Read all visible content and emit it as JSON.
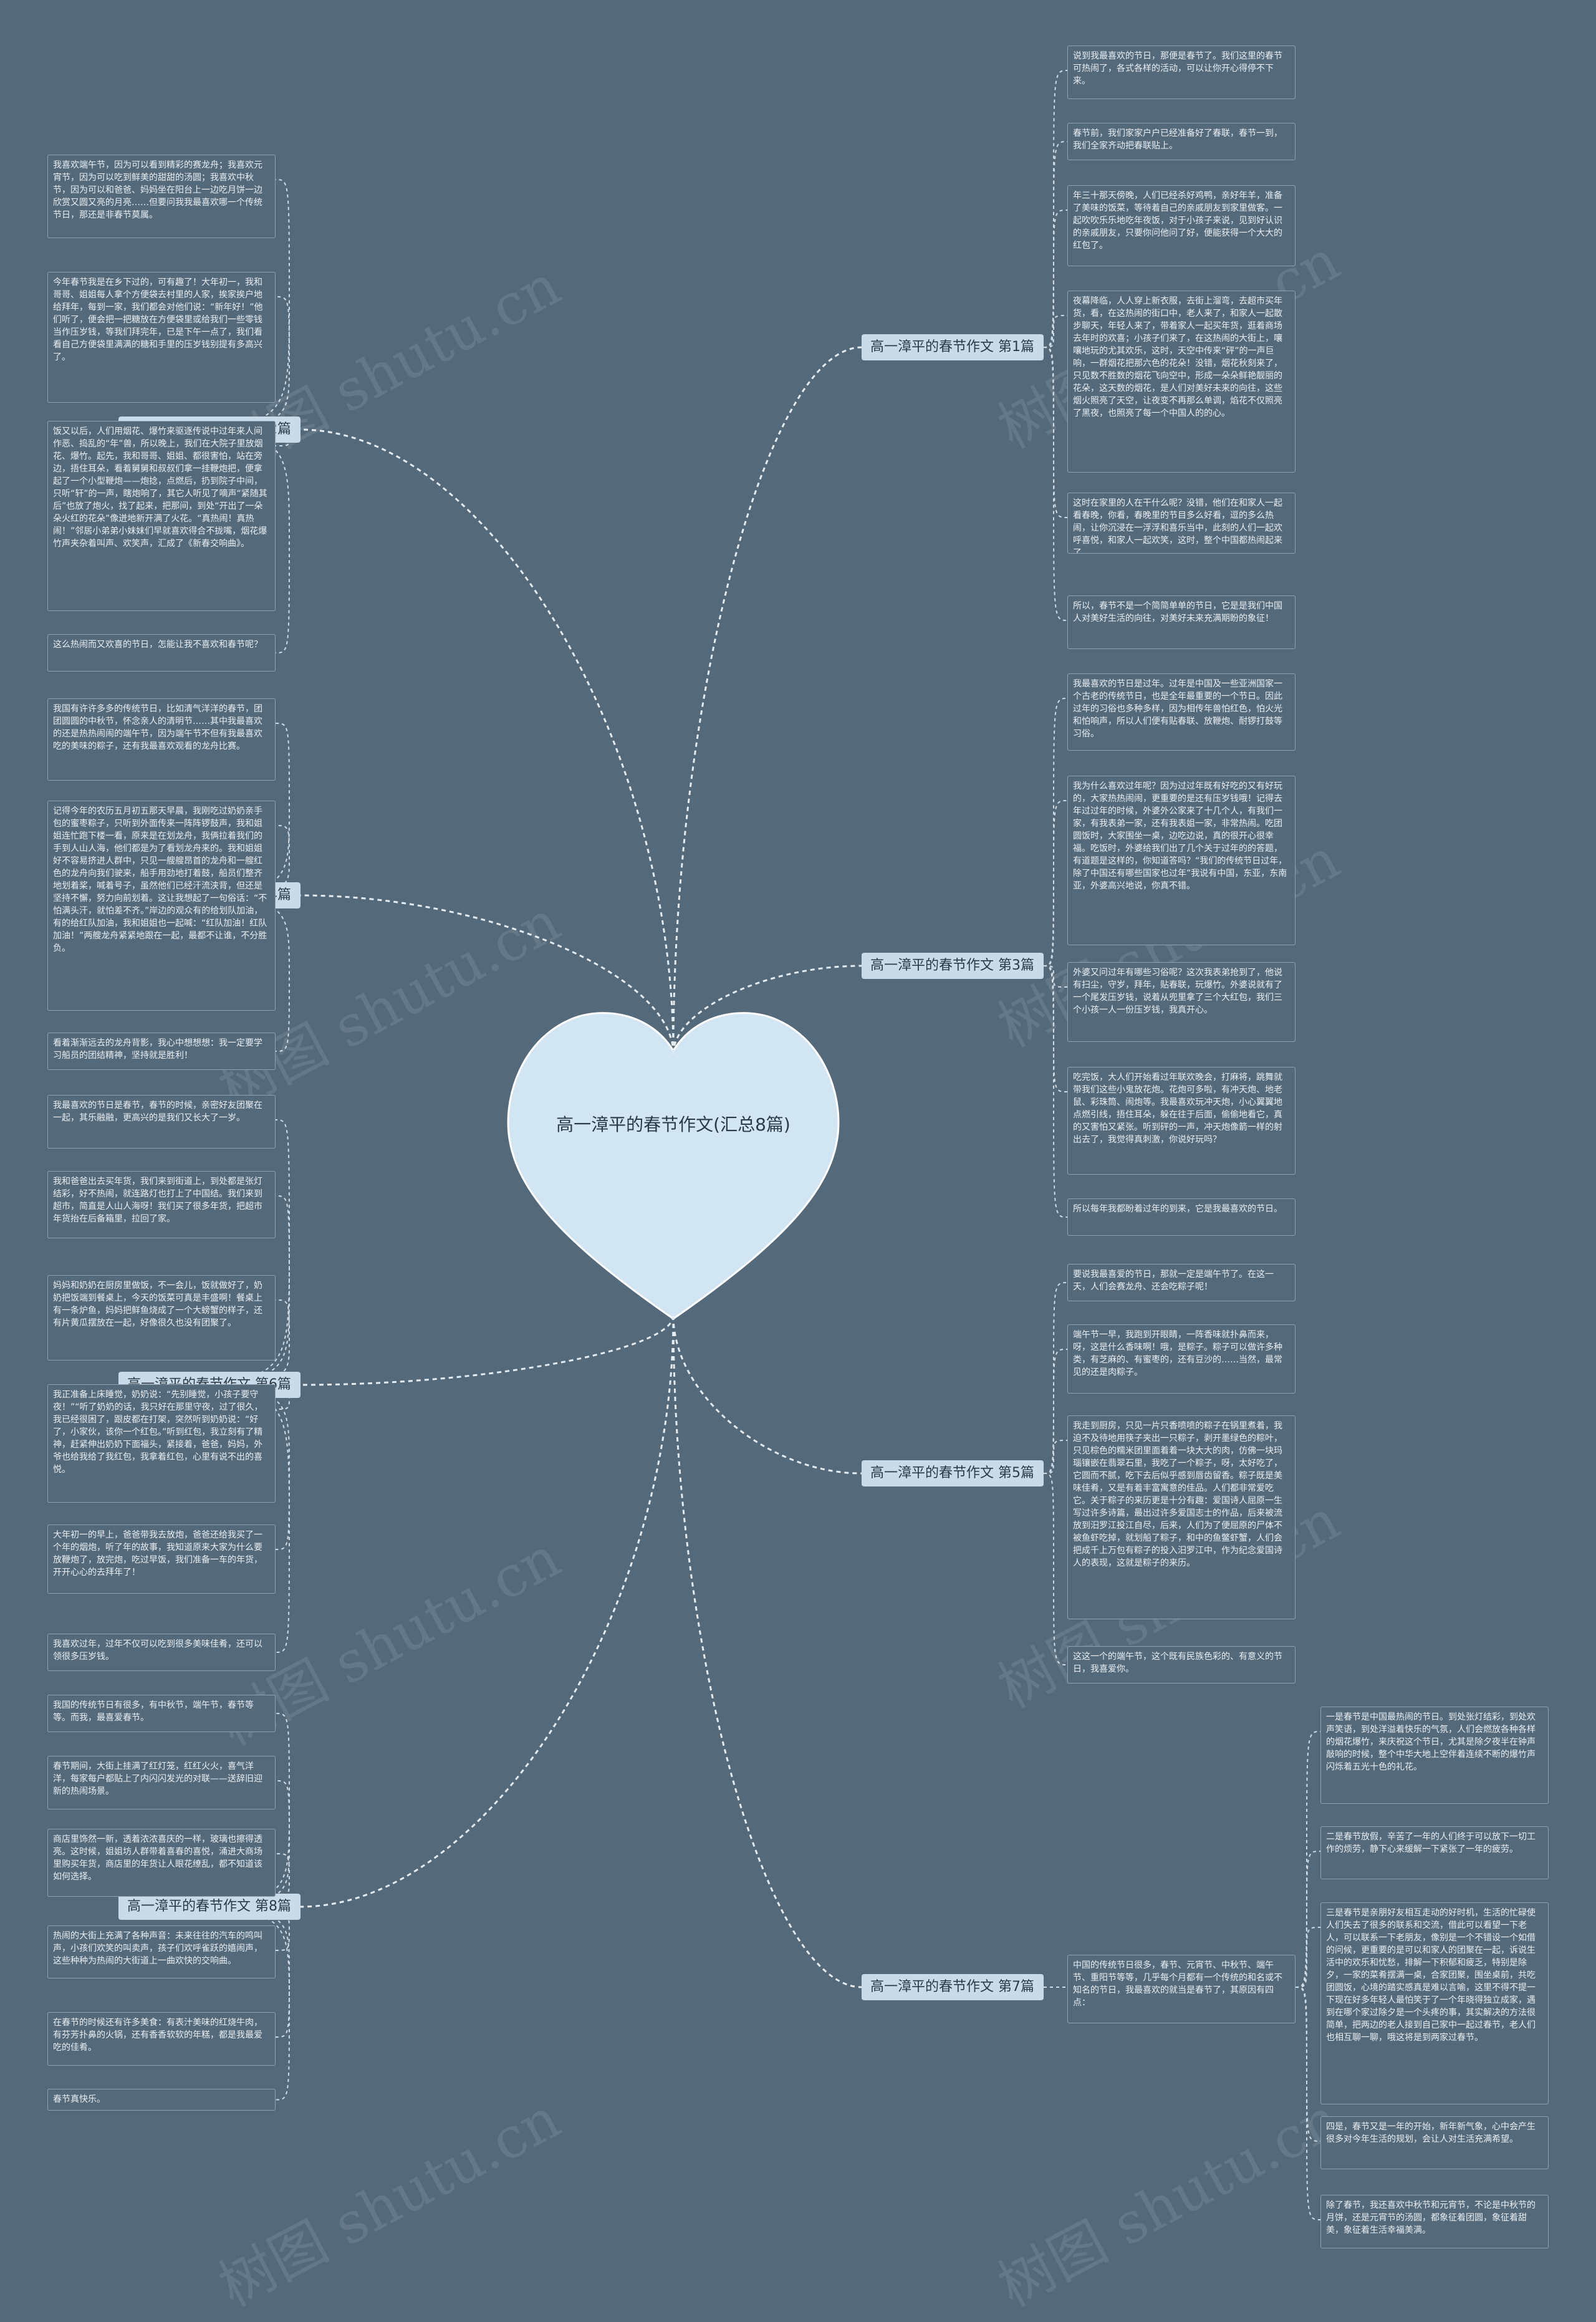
{
  "center": "高一漳平的春节作文(汇总8篇)",
  "watermark": "树图 shutu.cn",
  "branches": [
    {
      "label": "高一漳平的春节作文 第1篇",
      "leaves": [
        "说到我最喜欢的节日，那便是春节了。我们这里的春节可热闹了，各式各样的活动，可以让你开心得停不下来。",
        "春节前，我们家家户户已经准备好了春联，春节一到，我们全家齐动把春联贴上。",
        "年三十那天傍晚，人们已经杀好鸡鸭，亲好年羊，准备了美味的饭菜，等待着自己的亲戚朋友到家里做客。一起吹吹乐乐地吃年夜饭，对于小孩子来说，见到好认识的亲戚朋友，只要你问他问了好，便能获得一个大大的红包了。",
        "夜幕降临，人人穿上新衣服，去街上溜弯，去超市买年货，看，在这热闹的街口中，老人来了，和家人一起散步聊天，年轻人来了，带着家人一起买年货，逛着商场去年时的欢喜；小孩子们来了，在这热闹的大街上，嚷嚷地玩的尤其欢乐，这时，天空中传来“砰”的一声巨响，一群烟花把那六色的花朵！没错，烟花秋刻来了，只见数不胜数的烟花飞向空中，形成一朵朵鲜艳靓丽的花朵，这天数的烟花，是人们对美好未来的向往，这些烟火照亮了天空，让夜变不再那么单调，焰花不仅照亮了黑夜，也照亮了每一个中国人的的心。",
        "这时在家里的人在干什么呢？没错，他们在和家人一起看春晚，你看，春晚里的节目多么好看，逗的多么热闹，让你沉浸在一浮浮和喜乐当中，此刻的人们一起欢呼喜悦，和家人一起欢笑，这时，整个中国都热闹起来了。",
        "所以，春节不是一个简简单单的节日，它是是我们中国人对美好生活的向往，对美好未来充满期盼的象征！"
      ]
    },
    {
      "label": "高一漳平的春节作文 第3篇",
      "leaves": [
        "我最喜欢的节日是过年。过年是中国及一些亚洲国家一个古老的传统节日，也是全年最重要的一个节日。因此过年的习俗也多种多样，因为相传年兽怕红色，怕火光和怕响声，所以人们便有贴春联、放鞭炮、耐锣打鼓等习俗。",
        "我为什么喜欢过年呢？因为过过年既有好吃的又有好玩的，大家热热闹闹，更重要的是还有压岁钱哦！记得去年过过年的时候，外婆外公家来了十几个人，有我们一家，有我表弟一家，还有我表姐一家，非常热闹。吃团圆饭时，大家围坐一桌，边吃边说，真的很开心很幸福。吃饭时，外婆给我们出了几个关于过年的的答题，有道题是这样的，你知道答吗？“我们的传统节日过年，除了中国还有哪些国家也过年”我说有中国，东亚，东南亚，外婆高兴地说，你真不错。",
        "外婆又问过年有哪些习俗呢？这次我表弟抢到了，他说有扫尘，守岁，拜年，贴春联，玩爆竹。外婆说就有了一个尾发压岁钱，说着从兜里拿了三个大红包，我们三个小孩一人一份压岁钱，我真开心。",
        "吃完饭，大人们开始看过年联欢晚会，打麻将，跳舞就带我们这些小鬼放花炮。花炮可多啦，有冲天炮、地老鼠、彩珠筒、闹炮等。我最喜欢玩冲天炮，小心翼翼地点燃引线，捂住耳朵，躲在往于后面，偷偷地看它，真的又害怕又紧张。听到砰的一声，冲天炮像箭一样的射出去了，我觉得真刺激，你说好玩吗？",
        "所以每年我都盼着过年的到来，它是我最喜欢的节日。"
      ]
    },
    {
      "label": "高一漳平的春节作文 第5篇",
      "leaves": [
        "要说我最喜爱的节日，那就一定是端午节了。在这一天，人们会赛龙舟、还会吃粽子呢！",
        "端午节一早，我跑到开眼睛，一阵香味就扑鼻而来，呀，这是什么香味啊！哦，是粽子。粽子可以做许多种类，有芝麻的、有蜜枣的，还有豆沙的……当然，最常见的还是肉粽子。",
        "我走到厨房，只见一片只香喷喷的粽子在锅里煮着，我迫不及待地用筷子夹出一只粽子，剥开墨绿色的粽叶，只见棕色的糯米团里面着着一块大大的肉，仿佛一块玛瑙镶嵌在翡翠石里，我吃了一个粽子，呀，太好吃了，它圆而不腻，吃下去后似乎感到唇齿留香。粽子既是美味佳肴，又是有着丰富寓意的佳品。人们都非常爱吃它。关于粽子的来历更是十分有趣：爱国诗人屈原一生写过许多诗篇，最出过许多爱国志士的作品，后来被流放到汨罗江投江自尽，后来，人们为了便屈原的尸体不被鱼虾吃掉，就划船了粽子，和中的鱼鳖虾蟹，人们会把成千上万包有粽子的投入汨罗江中，作为纪念爱国诗人的表现，这就是粽子的来历。",
        "这这一个的端午节，这个既有民族色彩的、有意义的节日，我喜爱你。"
      ]
    },
    {
      "label": "高一漳平的春节作文 第7篇",
      "mid": "中国的传统节日很多，春节、元宵节、中秋节、端午节、重阳节等等，几乎每个月都有一个传统的和名或不知名的节日，我最喜欢的就当是春节了，其原因有四点：",
      "leaves": [
        "一是春节是中国最热闹的节日。到处张灯结彩，到处欢声笑语，到处洋溢着快乐的气氛，人们会燃放各种各样的烟花爆竹，来庆祝这个节日，尤其是除夕夜半在钟声敲响的时候，整个中华大地上空伴着连续不断的爆竹声闪烁着五光十色的礼花。",
        "二是春节放假，辛苦了一年的人们终于可以放下一切工作的烦劳，静下心来缓解一下紧张了一年的疲劳。",
        "三是春节是亲朋好友相互走动的好时机，生活的忙碌使人们失去了很多的联系和交流，借此可以看望一下老人，可以联系一下老朋友，像别是一个不错设一个如借的问候，更重要的是可以和家人的团聚在一起，诉说生活中的欢乐和忧愁，排解一下积郁和疲乏，特别是除夕，一家的菜肴摆满一桌，合家团聚，围坐桌前，共吃团圆饭，心境的踏实感真是难以言喻，这里不得不提一下现在好多年轻人最怕笑于了一个年晓得独立成家，遇到在哪个家过除夕是一个头疼的事，其实解决的方法很简单，把两边的老人接到自己家中一起过春节，老人们也相互聊一聊，哦这将是到两家过春节。",
        "四是，春节又是一年的开始，新年新气象，心中会产生很多对今年生活的规划，会让人对生活充满希望。",
        "除了春节，我还喜欢中秋节和元宵节，不论是中秋节的月饼，还是元宵节的汤圆，都象征着团圆，象征着甜美，象征着生活幸福美满。"
      ]
    },
    {
      "label": "高一漳平的春节作文 第2篇",
      "leaves": [
        "我喜欢端午节，因为可以看到精彩的赛龙舟；我喜欢元宵节，因为可以吃到鲜美的甜甜的汤圆；我喜欢中秋节，因为可以和爸爸、妈妈坐在阳台上一边吃月饼一边欣赏又圆又亮的月亮……但要问我我最喜欢哪一个传统节日，那还是非春节莫属。",
        "今年春节我是在乡下过的，可有趣了！大年初一，我和哥哥、姐姐每人拿个方便袋去村里的人家，挨家挨户地给拜年，每到一家，我们都会对他们说：“新年好！”他们听了，便会把一把糖放在方便袋里或给我们一些零钱当作压岁钱，等我们拜完年，已是下午一点了，我们看看自己方便袋里满满的糖和手里的压岁钱别提有多高兴了。",
        "饭又以后，人们用烟花、爆竹来驱逐传说中过年来人间作恶、捣乱的“年”兽，所以晚上，我们在大院子里放烟花、爆竹。起先，我和哥哥、姐姐、都很害怕，站在旁边，捂住耳朵，看着舅舅和叔叔们拿一挂鞭炮把，便拿起了一个小型鞭炮——炮捻，点燃后，扔到院子中间，只听“轩”的一声，瞎炮响了，其它人听见了嘀声“紧随其后”也放了炮火，找了起来，把那间，到处“开出了一朵朵火红的花朵”像迸地新开满了火花。“真热闹！真热闹！”邻居小弟弟小妹妹们早就喜欢得合不拢嘴，烟花爆竹声夹杂着叫声、欢笑声，汇成了《新春交响曲》。",
        "这么热闹而又欢喜的节日，怎能让我不喜欢和春节呢？"
      ]
    },
    {
      "label": "高一漳平的春节作文 第4篇",
      "leaves": [
        "我国有许许多多的传统节日，比如清气洋洋的春节，团团圆圆的中秋节，怀念亲人的清明节……其中我最喜欢的还是热热闹闹的端午节，因为端午节不但有我最喜欢吃的美味的粽子，还有我最喜欢观看的龙舟比赛。",
        "记得今年的农历五月初五那天早晨，我刚吃过奶奶亲手包的蜜枣粽子，只听到外面传来一阵阵锣鼓声，我和姐姐连忙跑下楼一看，原来是在划龙舟，我俩拉着我们的手到人山人海，他们都是为了看划龙舟来的。我和姐姐好不容易挤进人群中，只见一艘艘昂首的龙舟和一艘红色的龙舟向我们驶来，船手用劲地打着鼓，船员们整齐地划着桨，喊着号子，虽然他们已经汗流浃背，但还是坚持不懈，努力向前划着。这让我想起了一句俗话：“不怕满头汗，就怕差不齐。”岸边的观众有的给划队加油，有的给红队加油，我和姐姐也一起喊：“红队加油！红队加油！”两艘龙舟紧紧地跟在一起，最都不让谁，不分胜负。",
        "看着渐渐远去的龙舟背影，我心中想想想：我一定要学习船员的团结精神，坚持就是胜利！"
      ]
    },
    {
      "label": "高一漳平的春节作文 第6篇",
      "leaves": [
        "我最喜欢的节日是春节，春节的时候，亲密好友团聚在一起，其乐融融，更高兴的是我们又长大了一岁。",
        "我和爸爸出去买年货，我们来到街道上，到处都是张灯结彩，好不热闹，就连路灯也打上了中国结。我们来到超市，简直是人山人海呀！我们买了很多年货，把超市年货抬在后备箱里，拉回了家。",
        "妈妈和奶奶在厨房里做饭，不一会儿，饭就做好了，奶奶把饭端到餐桌上，今天的饭菜可真是丰盛啊！餐桌上有一条炉鱼，妈妈把鲜鱼烧成了一个大螃蟹的样子，还有片黄瓜摆放在一起，好像很久也没有团聚了。",
        "我正准备上床睡觉，奶奶说：“先别睡觉，小孩子要守夜！”“听了奶奶的话，我只好在那里守夜，过了很久，我已经很困了，跟皮都在打架，突然听到奶奶说：“好了，小家伙，该你一个红包。”听到红包，我立刻有了精神，赶紧伸出奶奶下面福头，紧接着，爸爸，妈妈，外爷也给我给了我红包，我拿着红包，心里有说不出的喜悦。",
        "大年初一的早上，爸爸带我去放炮，爸爸还给我买了一个年的烟炮，听了年的故事，我知道原来大家为什么要放鞭炮了，放完炮，吃过早饭，我们准备一车的年货，开开心心的去拜年了！",
        "我喜欢过年，过年不仅可以吃到很多美味佳肴，还可以领很多压岁钱。"
      ]
    },
    {
      "label": "高一漳平的春节作文 第8篇",
      "leaves": [
        "我国的传统节日有很多，有中秋节，端午节，春节等等。而我，最喜爱春节。",
        "春节期间，大街上挂满了红灯笼，红红火火，喜气洋洋，每家每户都贴上了内闪闪发光的对联——送辞旧迎新的热闹场景。",
        "商店里饰然一新，透着浓浓喜庆的一样，玻璃也擦得透亮。这时候，姐姐坊人群带着喜春的喜悦，涌进大商场里购买年货，商店里的年货让人眼花缭乱，都不知道该如何选择。",
        "热闹的大街上充满了各种声音：未来往往的汽车的鸣叫声，小孩们欢笑的叫卖声，孩子们欢呼雀跃的嬉闹声，这些种种为热闹的大街道上一曲欢快的交响曲。",
        "在春节的时候还有许多美食：有表汁美味的红烧牛肉，有芬芳扑鼻的火锅，还有香香软软的年糕，都是我最爱吃的佳肴。",
        "春节真快乐。"
      ]
    }
  ]
}
